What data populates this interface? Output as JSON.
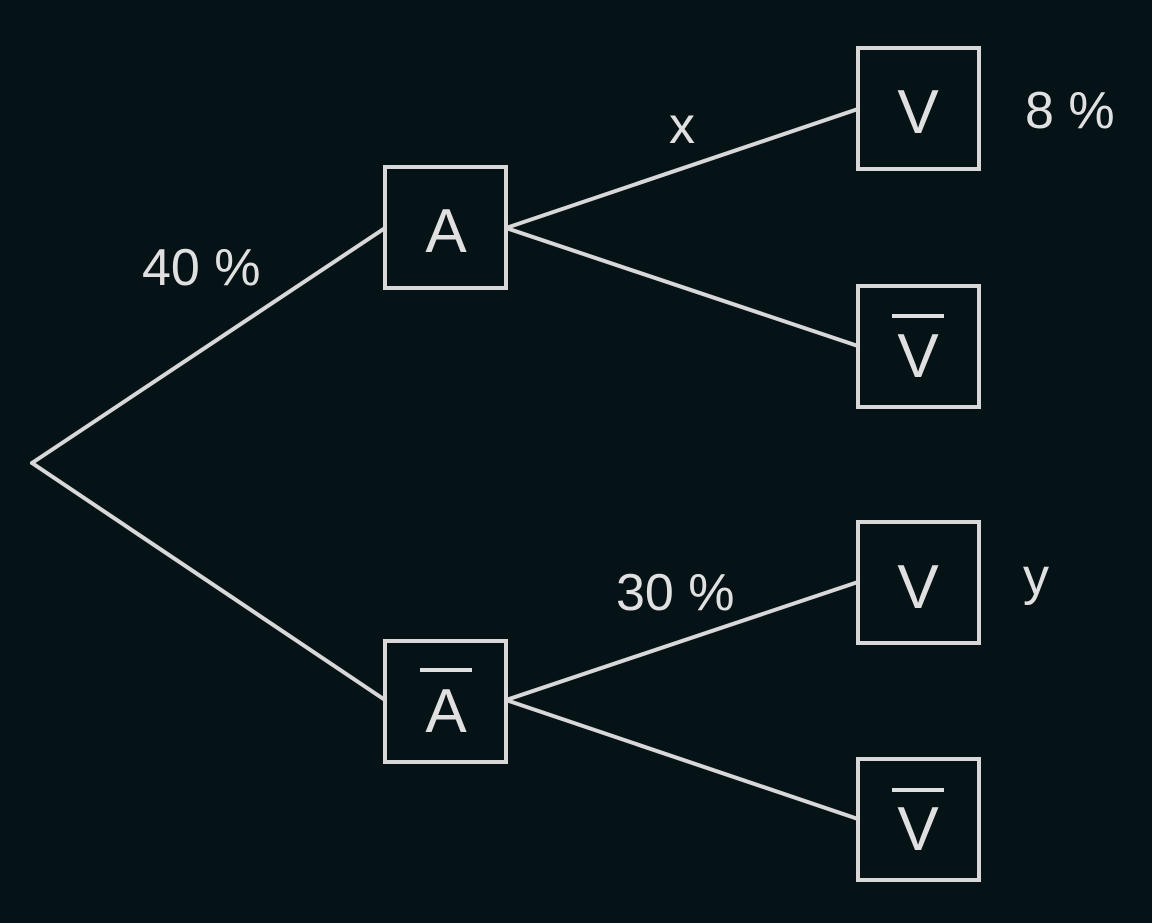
{
  "colors": {
    "background": "#061316",
    "line": "#d8d8d8",
    "text": "#e0e0e0"
  },
  "nodes": {
    "a": "A",
    "not_a": "A",
    "a_v": "V",
    "a_not_v": "V",
    "not_a_v": "V",
    "not_a_not_v": "V"
  },
  "labels": {
    "root_to_a": "40 %",
    "a_to_v": "x",
    "a_v_result": "8 %",
    "not_a_to_v": "30 %",
    "not_a_v_result": "y"
  }
}
